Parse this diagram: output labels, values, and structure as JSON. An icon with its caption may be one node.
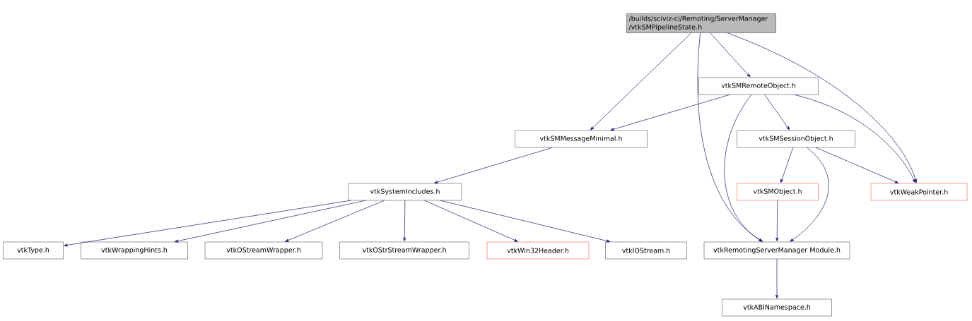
{
  "diagram": {
    "nodes": [
      {
        "text": [
          "/builds/sciviz-ci/Remoting/ServerManager /vtkSMPipelineState.h"
        ]
      },
      {
        "text": [
          "vtkSMRemoteObject.h"
        ]
      },
      {
        "text": [
          "vtkSMMessageMinimal.h"
        ]
      },
      {
        "text": [
          "vtkSMSessionObject.h"
        ]
      },
      {
        "text": [
          "vtkSystemIncludes.h"
        ]
      },
      {
        "text": [
          "vtkSMObject.h"
        ]
      },
      {
        "text": [
          "vtkWeakPointer.h"
        ]
      },
      {
        "text": [
          "vtkType.h"
        ]
      },
      {
        "text": [
          "vtkWrappingHints.h"
        ]
      },
      {
        "text": [
          "vtkOStreamWrapper.h"
        ]
      },
      {
        "text": [
          "vtkOStrStreamWrapper.h"
        ]
      },
      {
        "text": [
          "vtkWin32Header.h"
        ]
      },
      {
        "text": [
          "vtkIOStream.h"
        ]
      },
      {
        "text": [
          "vtkRemotingServerManager Module.h"
        ]
      },
      {
        "text": [
          "vtkABINamespace.h"
        ]
      }
    ],
    "edges": [
      {
        "from": 0,
        "to": 2,
        "arrow": "to"
      },
      {
        "from": 0,
        "to": 13,
        "arrow": "to"
      },
      {
        "from": 0,
        "to": 1,
        "arrow": "to"
      },
      {
        "from": 0,
        "to": 6,
        "arrow": "to"
      },
      {
        "from": 1,
        "to": 2,
        "arrow": "to"
      },
      {
        "from": 1,
        "to": 13,
        "arrow": "to"
      },
      {
        "from": 1,
        "to": 3,
        "arrow": "to"
      },
      {
        "from": 1,
        "to": 6,
        "arrow": "to"
      },
      {
        "from": 2,
        "to": 4,
        "arrow": "to"
      },
      {
        "from": 3,
        "to": 5,
        "arrow": "to"
      },
      {
        "from": 3,
        "to": 13,
        "arrow": "to"
      },
      {
        "from": 3,
        "to": 6,
        "arrow": "to"
      },
      {
        "from": 4,
        "to": 7,
        "arrow": "to"
      },
      {
        "from": 4,
        "to": 8,
        "arrow": "to"
      },
      {
        "from": 4,
        "to": 9,
        "arrow": "to"
      },
      {
        "from": 4,
        "to": 10,
        "arrow": "to"
      },
      {
        "from": 4,
        "to": 11,
        "arrow": "to"
      },
      {
        "from": 4,
        "to": 12,
        "arrow": "to"
      },
      {
        "from": 5,
        "to": 13,
        "arrow": "to"
      },
      {
        "from": 13,
        "to": 14,
        "arrow": "to"
      }
    ]
  }
}
